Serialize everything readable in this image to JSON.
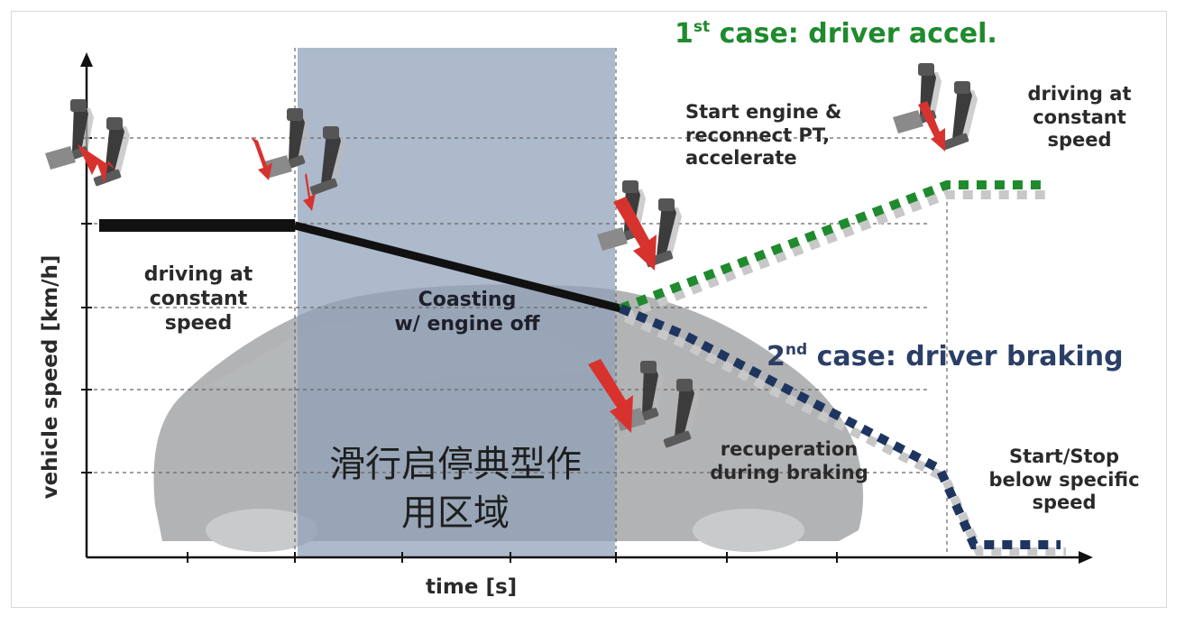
{
  "diagram": {
    "axes": {
      "y_label": "vehicle speed [km/h]",
      "x_label": "time [s]"
    },
    "case1": {
      "ordinal": "1",
      "suffix": "st",
      "text": " case: driver accel.",
      "color": "#1f8a2e"
    },
    "case2": {
      "ordinal": "2",
      "suffix": "nd",
      "text": " case: driver braking",
      "color": "#2b3f66"
    },
    "phases": {
      "constant_left": "driving at\nconstant\nspeed",
      "coasting": "Coasting\nw/ engine off",
      "accelerate": "Start engine &\nreconnect PT,\naccelerate",
      "constant_right": "driving at\nconstant\nspeed",
      "recuperation": "recuperation\nduring braking",
      "start_stop": "Start/Stop\nbelow specific\nspeed"
    },
    "chinese_caption": "滑行启停典型作\n用区域",
    "colors": {
      "coasting_zone": "#8e9fb8",
      "speed_line": "#111111",
      "accel_path": "#1f8a2e",
      "brake_path": "#1e3560",
      "arrow": "#d8322e",
      "car_silhouette": "#a4a6a8"
    }
  }
}
